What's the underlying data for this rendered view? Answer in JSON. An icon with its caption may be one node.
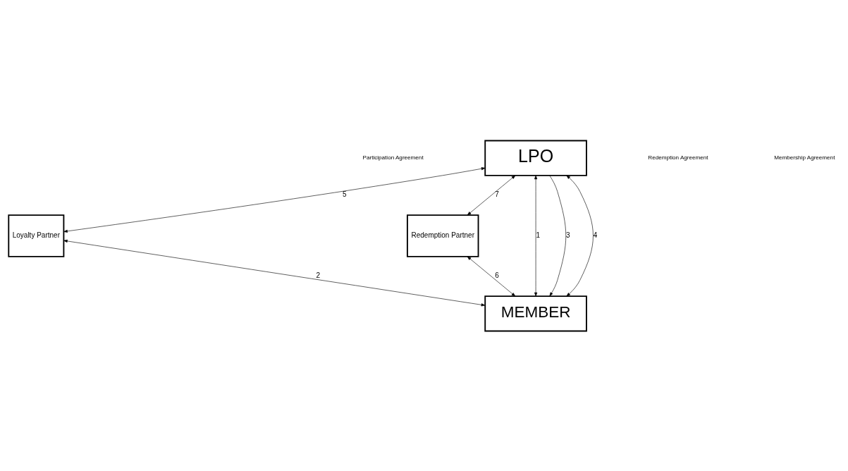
{
  "diagram": {
    "nodes": [
      {
        "text": [
          "LPO"
        ]
      },
      {
        "text": [
          "Loyalty Partner"
        ]
      },
      {
        "text": [
          "Redemption Partner"
        ]
      },
      {
        "text": [
          "MEMBER"
        ]
      }
    ],
    "edges": [
      {
        "from": 0,
        "to": 1,
        "arrow": "both",
        "label": "5"
      },
      {
        "from": 0,
        "to": 2,
        "arrow": "both",
        "label": "7"
      },
      {
        "from": 0,
        "to": 3,
        "arrow": "both",
        "label": "1"
      },
      {
        "from": 0,
        "to": 3,
        "arrow": "to",
        "label": "3"
      },
      {
        "from": 0,
        "to": 3,
        "arrow": "both",
        "label": "4"
      },
      {
        "from": 1,
        "to": 3,
        "arrow": "both",
        "label": "2"
      },
      {
        "from": 2,
        "to": 3,
        "arrow": "both",
        "label": "6"
      }
    ],
    "labels": [
      "Participation Agreement",
      "Redemption Agreement",
      "Membership Agreement"
    ]
  }
}
